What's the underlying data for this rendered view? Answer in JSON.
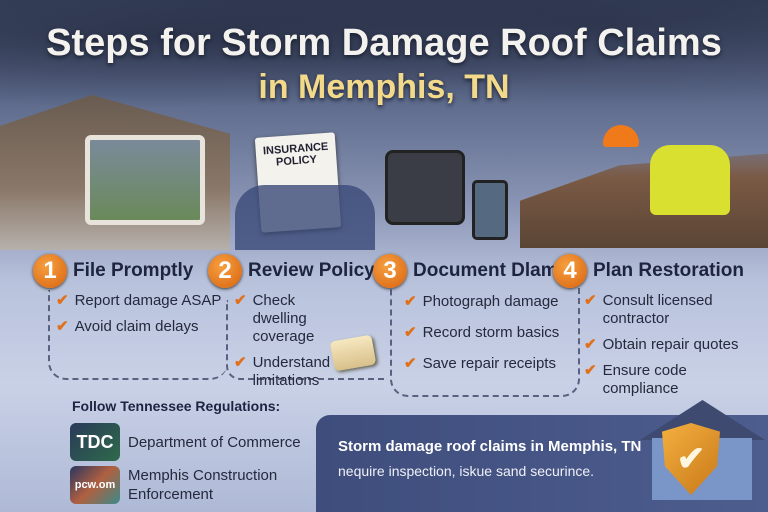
{
  "title": {
    "line1": "Steps for Storm Damage Roof Claims",
    "line2": "in Memphis, TN"
  },
  "scene": {
    "policy_doc": "INSURANCE POLICY"
  },
  "colors": {
    "accent": "#e0701a",
    "heading": "#1e2440",
    "panel": "#44548a",
    "title_highlight": "#f3d98a"
  },
  "steps": [
    {
      "number": "1",
      "title": "File Promptly",
      "items": [
        "Report damage ASAP",
        "Avoid claim delays"
      ]
    },
    {
      "number": "2",
      "title": "Review Policy",
      "items": [
        "Check dwelling coverage",
        "Understand limitations"
      ]
    },
    {
      "number": "3",
      "title": "Document Dlam",
      "items": [
        "Photograph damage",
        "Record storm basics",
        "Save repair receipts"
      ]
    },
    {
      "number": "4",
      "title": "Plan Restoration",
      "items": [
        "Consult licensed contractor",
        "Obtain repair quotes",
        "Ensure code compliance"
      ]
    }
  ],
  "regulations": {
    "title": "Follow Tennessee Regulations:",
    "items": [
      {
        "logo": "TDC",
        "label": "Department of Commerce"
      },
      {
        "logo": "pcw.om",
        "label": "Memphis Construction Enforcement"
      }
    ]
  },
  "panel": {
    "line1": "Storm damage roof claims in Memphis, TN",
    "line2": "nequire inspection, iskue sand securince."
  },
  "icons": [
    "check-icon",
    "shield-check-icon",
    "house-icon",
    "note-pad-icon"
  ]
}
